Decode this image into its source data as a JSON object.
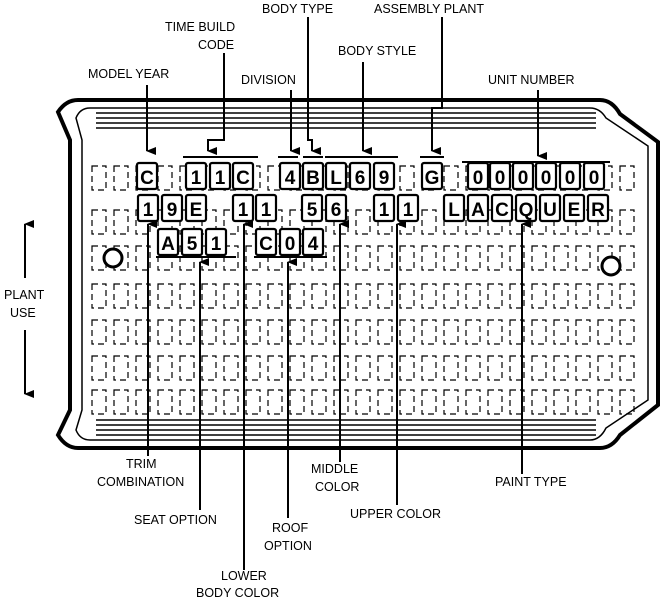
{
  "labels": {
    "body_type": "BODY TYPE",
    "assembly_plant": "ASSEMBLY PLANT",
    "time_build_code_1": "TIME BUILD",
    "time_build_code_2": "CODE",
    "body_style": "BODY STYLE",
    "model_year": "MODEL YEAR",
    "division": "DIVISION",
    "unit_number": "UNIT NUMBER",
    "plant_use_1": "PLANT",
    "plant_use_2": "USE",
    "trim_combination_1": "TRIM",
    "trim_combination_2": "COMBINATION",
    "seat_option": "SEAT OPTION",
    "roof_option_1": "ROOF",
    "roof_option_2": "OPTION",
    "lower_body_color_1": "LOWER",
    "lower_body_color_2": "BODY COLOR",
    "middle_color_1": "MIDDLE",
    "middle_color_2": "COLOR",
    "upper_color": "UPPER COLOR",
    "paint_type": "PAINT TYPE"
  },
  "plate": {
    "model_year_code": "C",
    "time_build_code": [
      "1",
      "1",
      "C"
    ],
    "division_code": "4",
    "body_type_code": "B",
    "body_style_code": [
      "L",
      "6",
      "9"
    ],
    "assembly_plant_code": "G",
    "unit_number": [
      "0",
      "0",
      "0",
      "0",
      "0",
      "0"
    ],
    "trim_combination": [
      "1",
      "9",
      "E"
    ],
    "lower_body_color": [
      "1",
      "1"
    ],
    "middle_color": [
      "5",
      "6"
    ],
    "upper_color": [
      "1",
      "1"
    ],
    "paint_type": [
      "L",
      "A",
      "C",
      "Q",
      "U",
      "E",
      "R"
    ],
    "seat_option": [
      "A",
      "5",
      "1"
    ],
    "roof_option": [
      "C",
      "0",
      "4"
    ]
  }
}
